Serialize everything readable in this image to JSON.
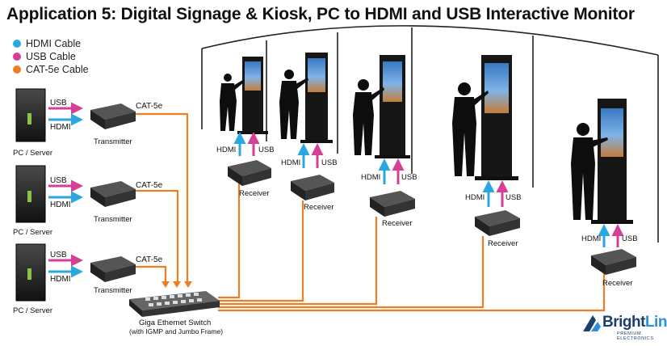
{
  "title": "Application 5: Digital Signage & Kiosk, PC to HDMI and USB Interactive Monitor",
  "legend": [
    {
      "label": "HDMI Cable",
      "color": "#2aa7e0"
    },
    {
      "label": "USB Cable",
      "color": "#d63f96"
    },
    {
      "label": "CAT-5e Cable",
      "color": "#ef7d22"
    }
  ],
  "sources": [
    {
      "pc_label": "PC / Server",
      "usb": "USB",
      "hdmi": "HDMI",
      "tx_label": "Transmitter",
      "cable": "CAT-5e"
    },
    {
      "pc_label": "PC / Server",
      "usb": "USB",
      "hdmi": "HDMI",
      "tx_label": "Transmitter",
      "cable": "CAT-5e"
    },
    {
      "pc_label": "PC / Server",
      "usb": "USB",
      "hdmi": "HDMI",
      "tx_label": "Transmitter",
      "cable": "CAT-5e"
    }
  ],
  "switch": {
    "label": "Giga Ethernet Switch",
    "sublabel": "(with IGMP and Jumbo Frame)"
  },
  "receivers": [
    {
      "label": "Receiver",
      "hdmi": "HDMI",
      "usb": "USB"
    },
    {
      "label": "Receiver",
      "hdmi": "HDMI",
      "usb": "USB"
    },
    {
      "label": "Receiver",
      "hdmi": "HDMI",
      "usb": "USB"
    },
    {
      "label": "Receiver",
      "hdmi": "HDMI",
      "usb": "USB"
    },
    {
      "label": "Receiver",
      "hdmi": "HDMI",
      "usb": "USB"
    }
  ],
  "logo": {
    "brand_a": "Bright",
    "brand_b": "Link",
    "tagline": "PREMIUM ELECTRONICS"
  },
  "icons": {
    "pc": "pc-tower-icon",
    "transmitter": "transmitter-box-icon",
    "receiver": "receiver-box-icon",
    "switch": "ethernet-switch-icon",
    "kiosk": "kiosk-display-icon",
    "person": "person-silhouette-icon"
  }
}
